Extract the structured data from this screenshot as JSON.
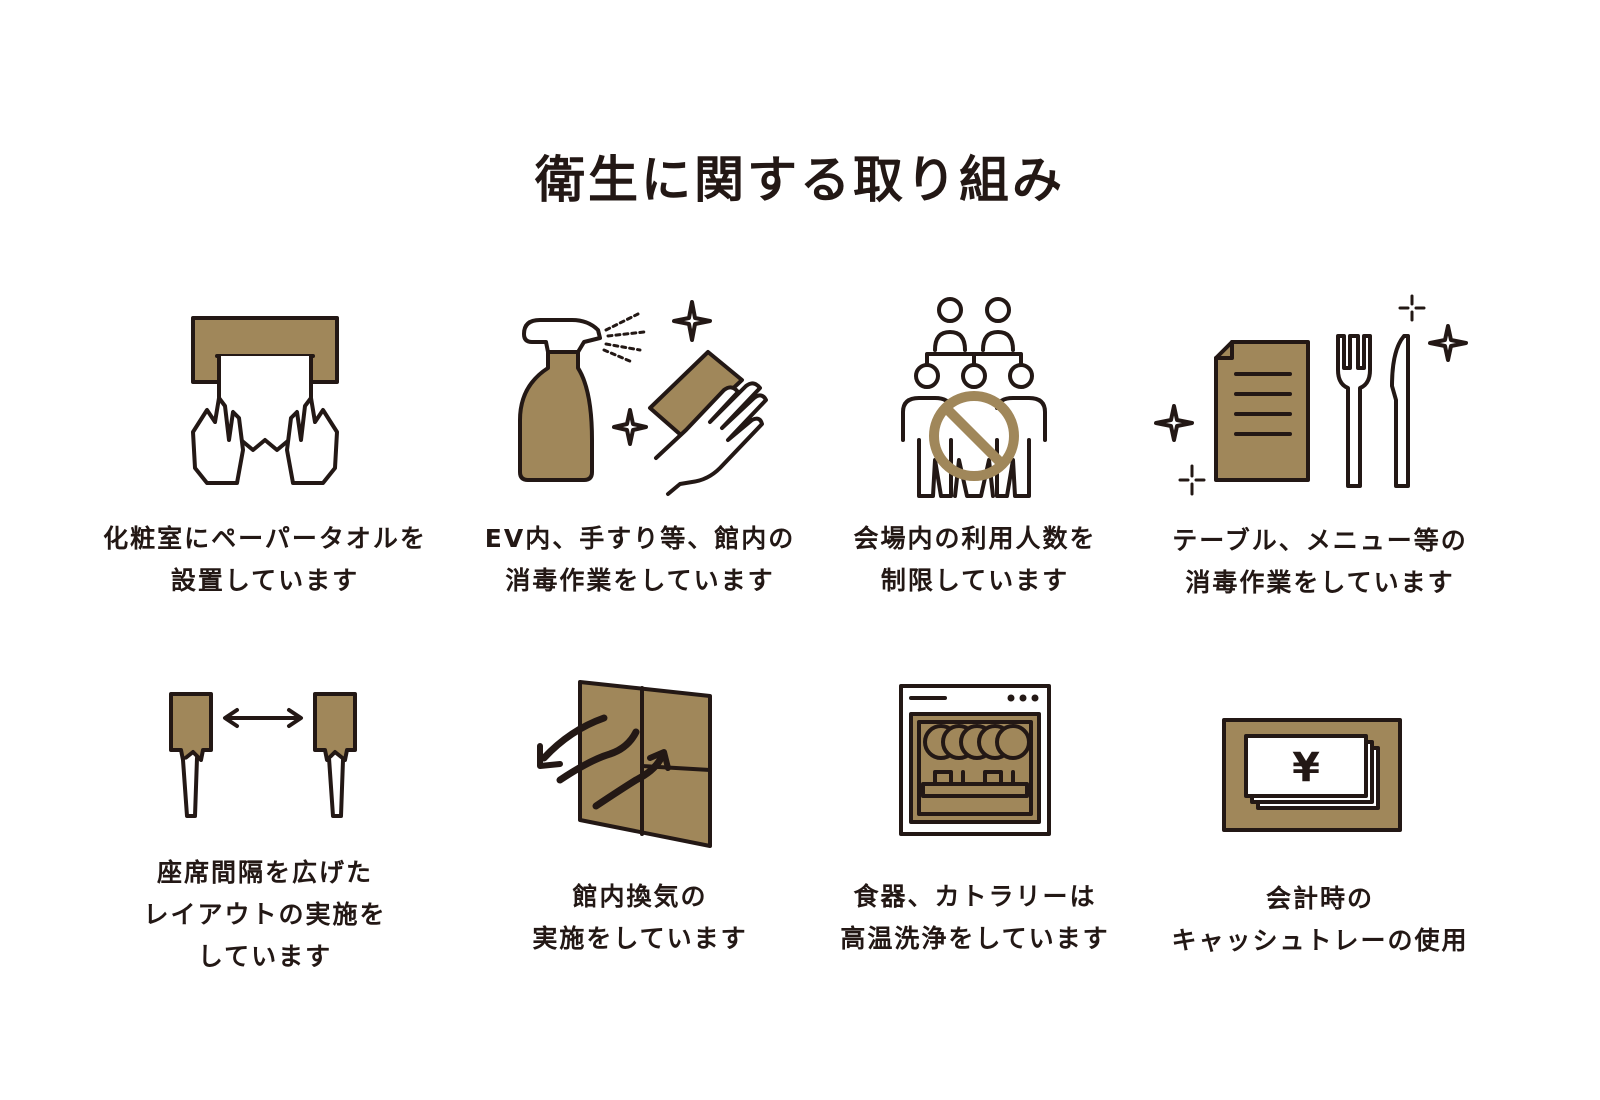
{
  "title": "衛生に関する取り組み",
  "colors": {
    "ink": "#231815",
    "gold": "#A0875A"
  },
  "items": [
    {
      "icon": "paper-towel-icon",
      "lines": [
        "化粧室にペーパータオルを",
        "設置しています"
      ]
    },
    {
      "icon": "spray-disinfect-icon",
      "lines": [
        "EV内、手すり等、館内の",
        "消毒作業をしています"
      ]
    },
    {
      "icon": "capacity-limit-icon",
      "lines": [
        "会場内の利用人数を",
        "制限しています"
      ]
    },
    {
      "icon": "menu-cutlery-clean-icon",
      "lines": [
        "テーブル、メニュー等の",
        "消毒作業をしています"
      ]
    },
    {
      "icon": "seat-distance-icon",
      "lines": [
        "座席間隔を広げた",
        "レイアウトの実施を",
        "しています"
      ]
    },
    {
      "icon": "ventilation-icon",
      "lines": [
        "館内換気の",
        "実施をしています"
      ]
    },
    {
      "icon": "dishwasher-icon",
      "lines": [
        "食器、カトラリーは",
        "高温洗浄をしています"
      ]
    },
    {
      "icon": "cash-tray-icon",
      "lines": [
        "会計時の",
        "キャッシュトレーの使用"
      ],
      "symbol": "¥"
    }
  ]
}
